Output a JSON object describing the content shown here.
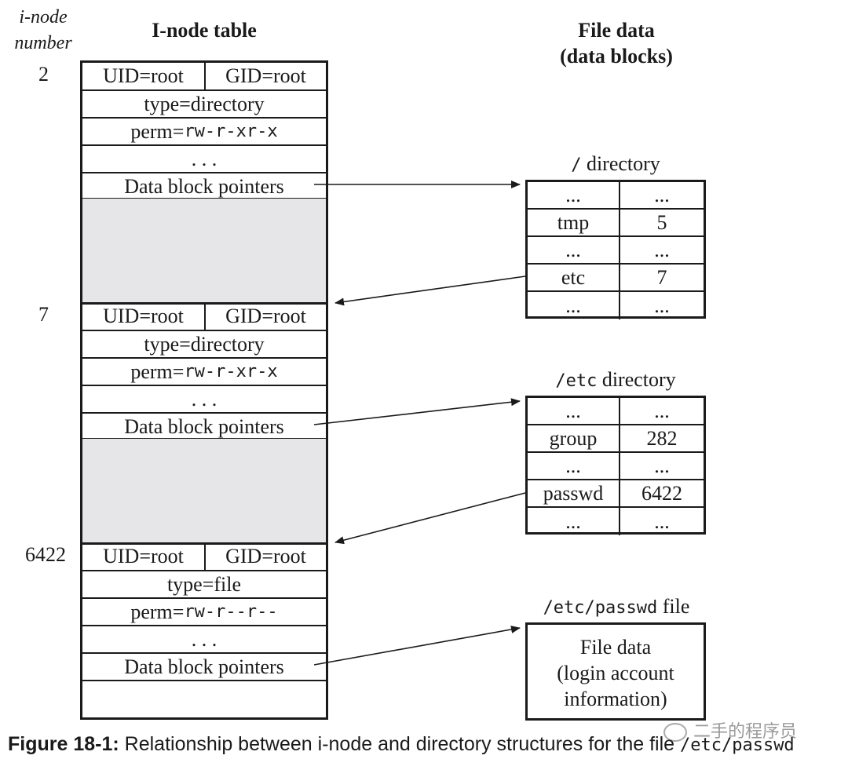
{
  "headers": {
    "inode_number_line1": "i-node",
    "inode_number_line2": "number",
    "inode_table": "I-node table",
    "file_data_line1": "File data",
    "file_data_line2": "(data blocks)"
  },
  "inodes": [
    {
      "number": "2",
      "uid": "UID=root",
      "gid": "GID=root",
      "type": "type=directory",
      "perm_prefix": "perm=",
      "perm_value": "rw-r-xr-x",
      "ellipsis": ". . .",
      "pointers": "Data block pointers"
    },
    {
      "number": "7",
      "uid": "UID=root",
      "gid": "GID=root",
      "type": "type=directory",
      "perm_prefix": "perm=",
      "perm_value": "rw-r-xr-x",
      "ellipsis": ". . .",
      "pointers": "Data block pointers"
    },
    {
      "number": "6422",
      "uid": "UID=root",
      "gid": "GID=root",
      "type": "type=file",
      "perm_prefix": "perm=",
      "perm_value": "rw-r--r--",
      "ellipsis": ". . .",
      "pointers": "Data block pointers"
    }
  ],
  "root_dir": {
    "label_path": "/",
    "label_word": " directory",
    "rows": [
      {
        "name": "...",
        "inode": "..."
      },
      {
        "name": "tmp",
        "inode": "5"
      },
      {
        "name": "...",
        "inode": "..."
      },
      {
        "name": "etc",
        "inode": "7"
      },
      {
        "name": "...",
        "inode": "..."
      }
    ]
  },
  "etc_dir": {
    "label_path": "/etc",
    "label_word": " directory",
    "rows": [
      {
        "name": "...",
        "inode": "..."
      },
      {
        "name": "group",
        "inode": "282"
      },
      {
        "name": "...",
        "inode": "..."
      },
      {
        "name": "passwd",
        "inode": "6422"
      },
      {
        "name": "...",
        "inode": "..."
      }
    ]
  },
  "passwd_file": {
    "label_path": "/etc/passwd",
    "label_word": " file",
    "line1": "File data",
    "line2": "(login account",
    "line3": "information)"
  },
  "caption": {
    "prefix": "Figure 18-1:",
    "text": " Relationship between i-node and directory structures for the file ",
    "path": "/etc/passwd"
  },
  "watermark": "二手的程序员"
}
